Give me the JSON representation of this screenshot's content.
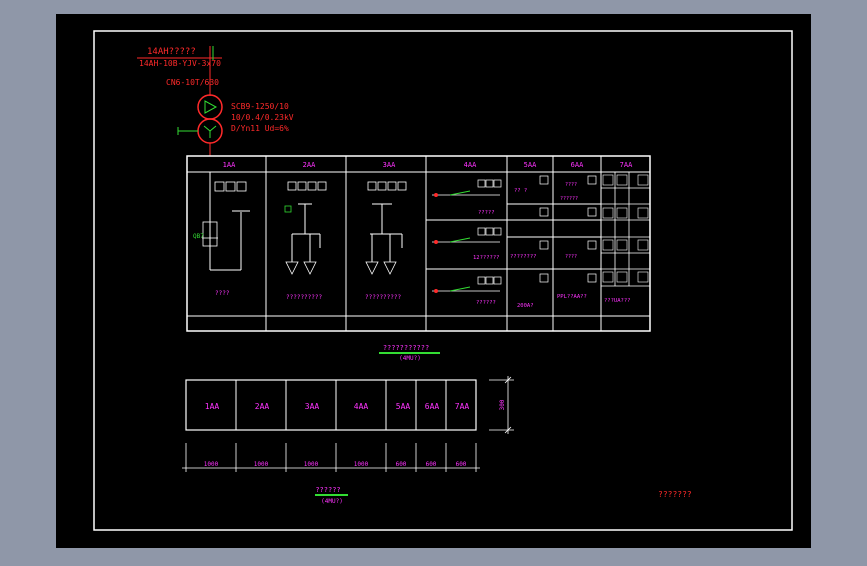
{
  "colors": {
    "background": "#8f97a8",
    "paper": "#000000",
    "line": "#ffffff",
    "feeder": "#ff2a2a",
    "annotation": "#ff33ff",
    "highlight": "#33dd33"
  },
  "incoming": {
    "label": "14AH?????",
    "cable": "14AH-10B-YJV-3x70",
    "switch": "CN6-10T/630"
  },
  "transformer": {
    "model": "SCB9-1250/10",
    "voltage": "10/0.4/0.23kV",
    "vector": "D/Yn11 Ud=6%"
  },
  "panels": [
    {
      "id": "1AA"
    },
    {
      "id": "2AA"
    },
    {
      "id": "3AA"
    },
    {
      "id": "4AA"
    },
    {
      "id": "5AA"
    },
    {
      "id": "6AA"
    },
    {
      "id": "7AA"
    }
  ],
  "diagram_notes": {
    "p1_breaker": "QB7",
    "p1_desc": "????",
    "p2_desc": "??????????",
    "p3_desc": "??????????",
    "p4_rows": [
      "?????",
      "12??????",
      "??????"
    ],
    "p5_rows": [
      "?? ?",
      "????????",
      "200A?"
    ],
    "p6_rows": [
      "????",
      "??????",
      "????"
    ],
    "p6_bottom": "PPL??AA??",
    "p7_bottom": "???UA???"
  },
  "diagram_title": "???????????",
  "diagram_scale": "(4MU?)",
  "layout": {
    "title": "??????",
    "scale": "(4MU?)",
    "modules": [
      "1AA",
      "2AA",
      "3AA",
      "4AA",
      "5AA",
      "6AA",
      "7AA"
    ],
    "widths": [
      "1000",
      "1000",
      "1000",
      "1000",
      "600",
      "600",
      "600"
    ],
    "height": "300"
  },
  "footer": "???????"
}
